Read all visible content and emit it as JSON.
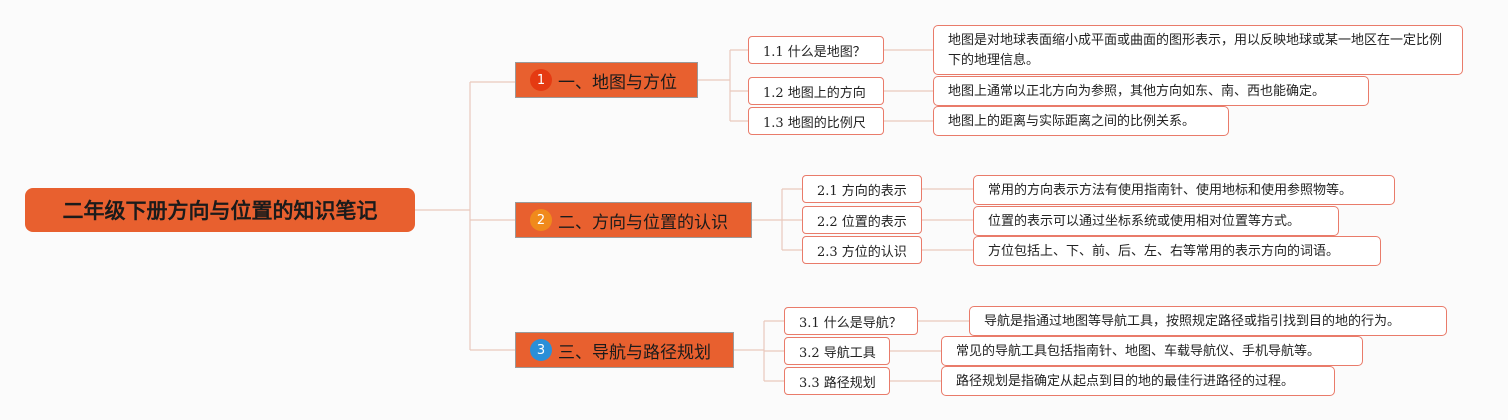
{
  "root": {
    "title": "二年级下册方向与位置的知识笔记"
  },
  "branches": [
    {
      "label": "一、地图与方位",
      "marker": "1",
      "marker_color": "#e53a12",
      "topics": [
        {
          "label": "1.1 什么是地图？",
          "desc": "地图是对地球表面缩小成平面或曲面的图形表示，用以反映地球或某一地区在一定比例下的地理信息。"
        },
        {
          "label": "1.2 地图上的方向",
          "desc": "地图上通常以正北方向为参照，其他方向如东、南、西也能确定。"
        },
        {
          "label": "1.3 地图的比例尺",
          "desc": "地图上的距离与实际距离之间的比例关系。"
        }
      ]
    },
    {
      "label": "二、方向与位置的认识",
      "marker": "2",
      "marker_color": "#f08a1c",
      "topics": [
        {
          "label": "2.1 方向的表示",
          "desc": "常用的方向表示方法有使用指南针、使用地标和使用参照物等。"
        },
        {
          "label": "2.2 位置的表示",
          "desc": "位置的表示可以通过坐标系统或使用相对位置等方式。"
        },
        {
          "label": "2.3 方位的认识",
          "desc": "方位包括上、下、前、后、左、右等常用的表示方向的词语。"
        }
      ]
    },
    {
      "label": "三、导航与路径规划",
      "marker": "3",
      "marker_color": "#2a8fd8",
      "topics": [
        {
          "label": "3.1 什么是导航？",
          "desc": "导航是指通过地图等导航工具，按照规定路径或指引找到目的地的行为。"
        },
        {
          "label": "3.2 导航工具",
          "desc": "常见的导航工具包括指南针、地图、车载导航仪、手机导航等。"
        },
        {
          "label": "3.3 路径规划",
          "desc": "路径规划是指确定从起点到目的地的最佳行进路径的过程。"
        }
      ]
    }
  ]
}
